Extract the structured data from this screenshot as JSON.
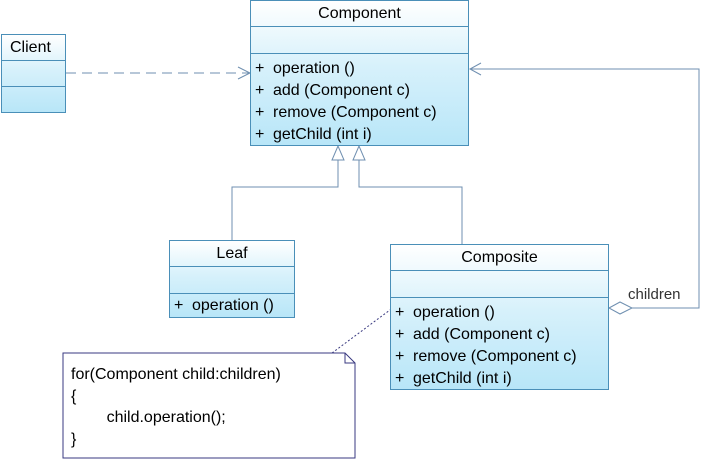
{
  "classes": {
    "component": {
      "name": "Component",
      "operations": [
        {
          "vis": "+",
          "sig": "operation ()"
        },
        {
          "vis": "+",
          "sig": "add (Component c)"
        },
        {
          "vis": "+",
          "sig": "remove (Component c)"
        },
        {
          "vis": "+",
          "sig": "getChild (int i)"
        }
      ]
    },
    "client": {
      "name": "Client"
    },
    "leaf": {
      "name": "Leaf",
      "operations": [
        {
          "vis": "+",
          "sig": "operation ()"
        }
      ]
    },
    "composite": {
      "name": "Composite",
      "operations": [
        {
          "vis": "+",
          "sig": "operation ()"
        },
        {
          "vis": "+",
          "sig": "add (Component c)"
        },
        {
          "vis": "+",
          "sig": "remove (Component c)"
        },
        {
          "vis": "+",
          "sig": "getChild (int i)"
        }
      ]
    }
  },
  "note": {
    "lines": [
      "for(Component child:children)",
      "{",
      "        child.operation();",
      "}"
    ]
  },
  "relations": {
    "aggregation_label": "children"
  },
  "colors": {
    "class_border": "#4a8fb8",
    "class_fill_top": "#ffffff",
    "class_fill_bottom": "#b8e6f8",
    "connector": "#6f8fb0",
    "note_border": "#3a3a80"
  }
}
